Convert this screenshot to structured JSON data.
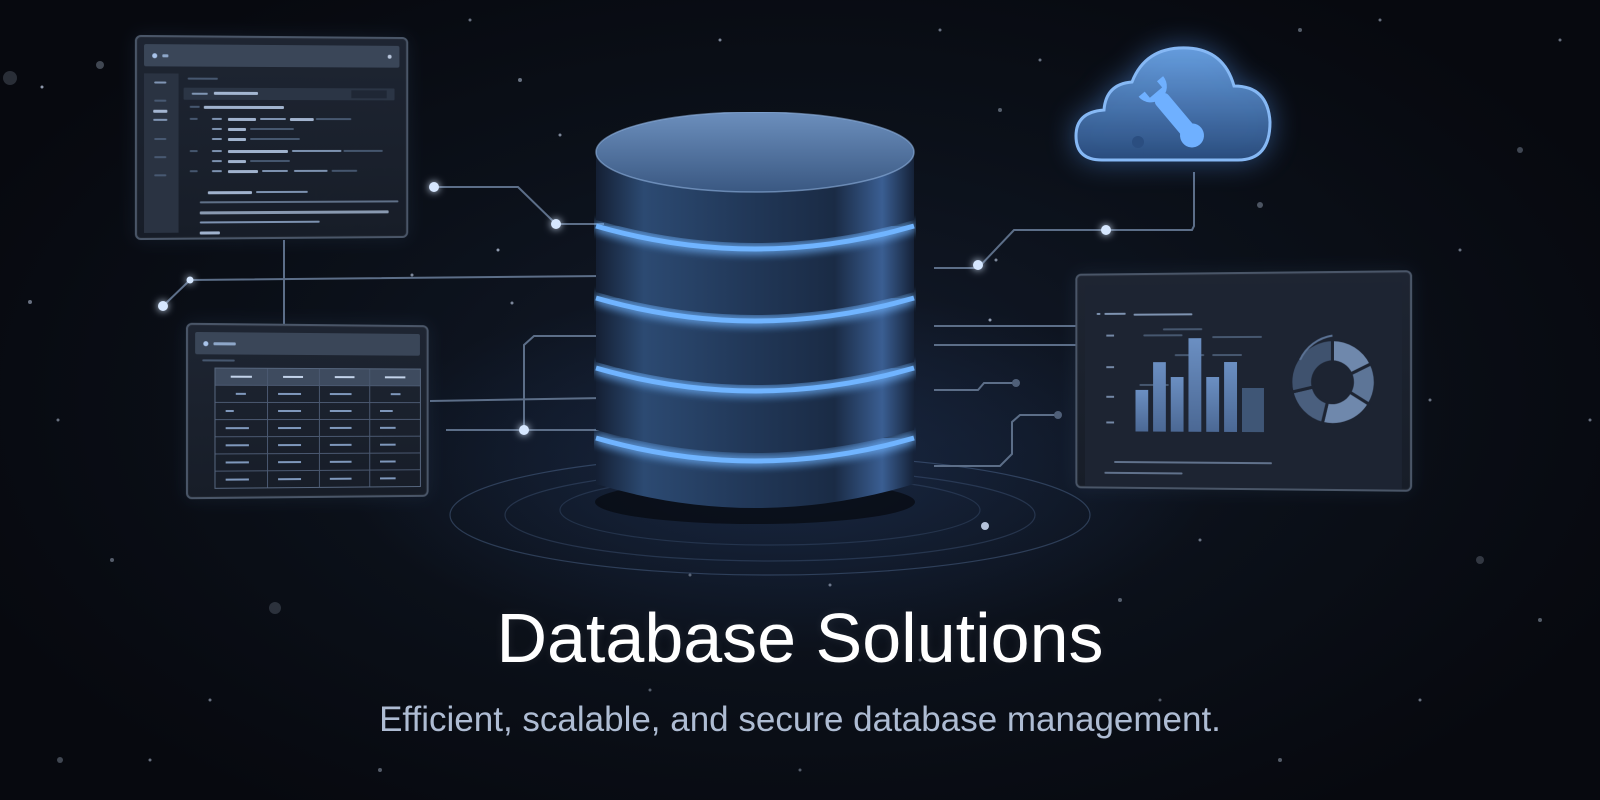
{
  "hero": {
    "title": "Database Solutions",
    "subtitle": "Efficient, scalable, and secure database management."
  },
  "illustration": {
    "central_icon": "database-cylinder-icon",
    "cylinder_layers": 5,
    "satellite_icons": [
      "code-editor-panel",
      "data-table-panel",
      "cloud-wrench-icon",
      "analytics-dashboard-panel"
    ],
    "table_panel": {
      "columns": 4,
      "rows": 6
    },
    "chart_panel": {
      "bar_heights_relative": [
        42,
        80,
        64,
        100,
        64,
        80,
        48
      ],
      "donut_segments": 5
    }
  },
  "colors": {
    "background": "#0b1019",
    "glow_accent": "#5aa8ff",
    "cylinder_body": "#2c4a72",
    "panel_border": "#4a5668",
    "title": "#ffffff",
    "subtitle": "#aebcd3",
    "node": "#cfe3ff"
  }
}
